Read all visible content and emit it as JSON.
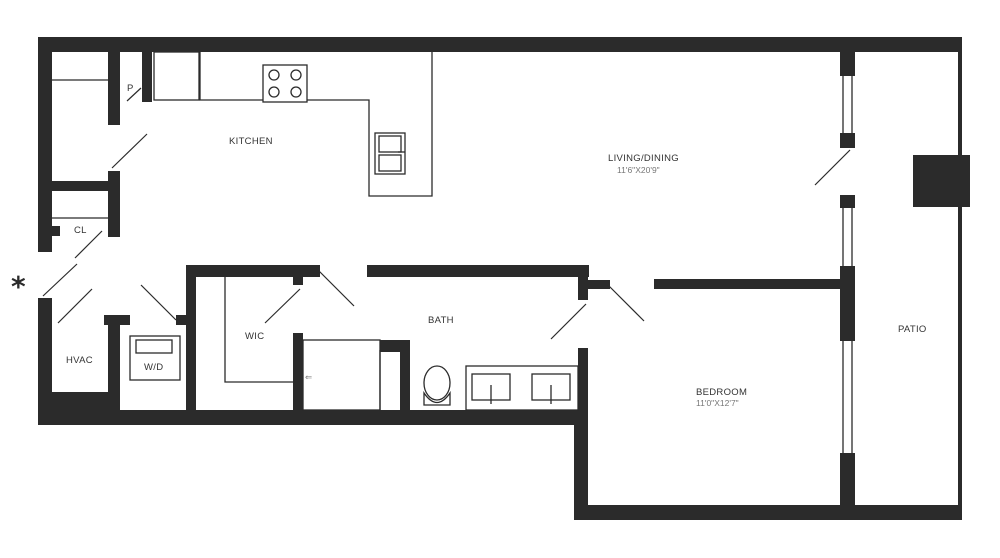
{
  "rooms": {
    "kitchen": "KITCHEN",
    "living": "LIVING/DINING",
    "living_dim": "11'6\"X20'9\"",
    "bath": "BATH",
    "wic": "WIC",
    "bedroom": "BEDROOM",
    "bedroom_dim": "11'0\"X12'7\"",
    "patio": "PATIO",
    "hvac": "HVAC",
    "wd": "W/D",
    "closet": "CL",
    "pantry": "P"
  },
  "entry_marker": "*",
  "colors": {
    "wall": "#2b2b2b",
    "background": "#ffffff"
  }
}
